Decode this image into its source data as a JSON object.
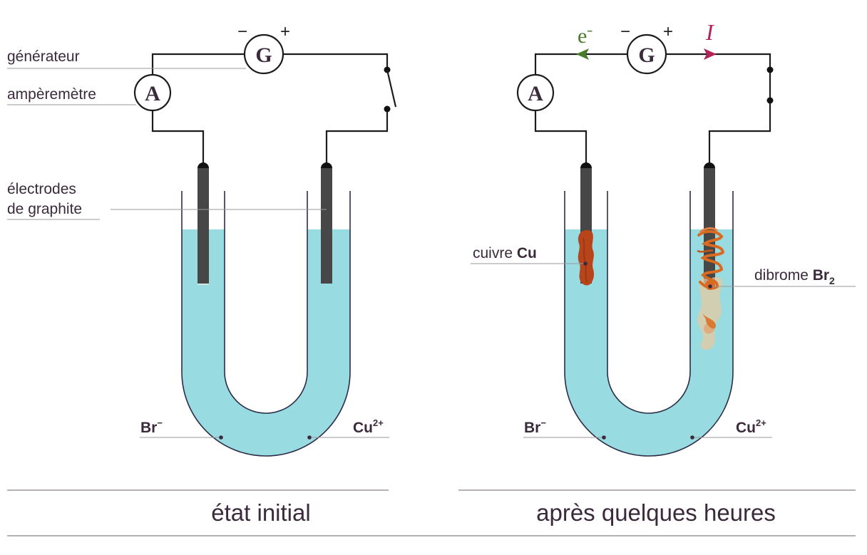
{
  "left": {
    "caption": "état initial",
    "labels": {
      "generator": "générateur",
      "ammeter": "ampèremètre",
      "electrodes_line1": "électrodes",
      "electrodes_line2": "de graphite",
      "anion_base": "Br",
      "anion_sup": "−",
      "cation_base": "Cu",
      "cation_sup": "2+"
    },
    "generator_symbol": "G",
    "ammeter_symbol": "A",
    "minus_sign": "−",
    "plus_sign": "+",
    "switch_state": "open"
  },
  "right": {
    "caption": "après quelques heures",
    "labels": {
      "copper_text": "cuivre ",
      "copper_symbol": "Cu",
      "bromine_text": "dibrome ",
      "bromine_base": "Br",
      "bromine_sub": "2",
      "anion_base": "Br",
      "anion_sup": "−",
      "cation_base": "Cu",
      "cation_sup": "2+"
    },
    "generator_symbol": "G",
    "ammeter_symbol": "A",
    "minus_sign": "−",
    "plus_sign": "+",
    "electron_base": "e",
    "electron_sup": "−",
    "current_symbol": "I",
    "switch_state": "closed"
  },
  "colors": {
    "solution": "#98dbe0",
    "tube_outline": "#2c2c48",
    "electrode": "#474747",
    "copper": "#b8451a",
    "bromine": "#d86a22",
    "bromine_haze": "#e4c9a2",
    "electron_arrow": "#4a7a2c",
    "current_arrow": "#b0245a",
    "text": "#3a2a3c"
  }
}
